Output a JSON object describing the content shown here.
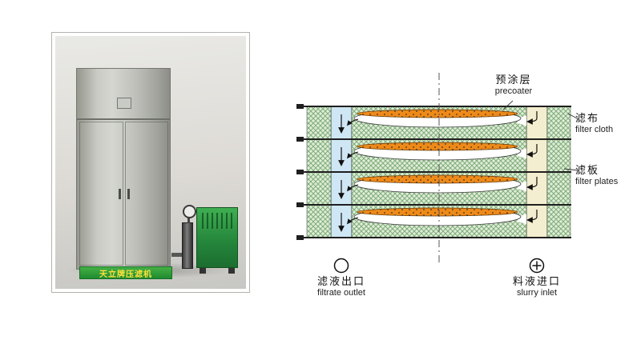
{
  "photo": {
    "machine_label": "天立牌压滤机"
  },
  "diagram": {
    "precoater": {
      "cn": "预涂层",
      "en": "precoater"
    },
    "filter_cloth": {
      "cn": "滤布",
      "en": "filter cloth"
    },
    "filter_plates": {
      "cn": "滤板",
      "en": "filter plates"
    },
    "filtrate_outlet": {
      "cn": "滤液出口",
      "en": "filtrate outlet"
    },
    "slurry_inlet": {
      "cn": "料液进口",
      "en": "slurry inlet"
    },
    "colors": {
      "precoat_layer": "#ee8a1a",
      "filtrate_channel": "#cfe6f4",
      "slurry_channel": "#f4eed0",
      "filter_plate_hatch": "#7fae7b",
      "machine_label_bg": "#2a9a38",
      "machine_label_text": "#ffe23a"
    }
  }
}
